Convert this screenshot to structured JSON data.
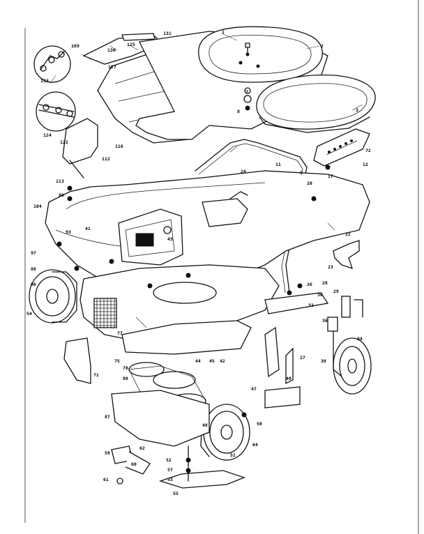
{
  "callouts": [
    {
      "id": "c1",
      "text": "133"
    },
    {
      "id": "c2",
      "text": "169"
    },
    {
      "id": "c3",
      "text": "130"
    },
    {
      "id": "c4",
      "text": "125"
    },
    {
      "id": "c5",
      "text": "127"
    },
    {
      "id": "c6",
      "text": "131"
    },
    {
      "id": "c7",
      "text": "1"
    },
    {
      "id": "c8",
      "text": "2"
    },
    {
      "id": "c9",
      "text": "3"
    },
    {
      "id": "c10",
      "text": "122"
    },
    {
      "id": "c11",
      "text": "124"
    },
    {
      "id": "c12",
      "text": "116"
    },
    {
      "id": "c13",
      "text": "112"
    },
    {
      "id": "c14",
      "text": "7"
    },
    {
      "id": "c15",
      "text": "8"
    },
    {
      "id": "c16",
      "text": "24"
    },
    {
      "id": "c17",
      "text": "12"
    },
    {
      "id": "c18",
      "text": "20"
    },
    {
      "id": "c19",
      "text": "22"
    },
    {
      "id": "c20",
      "text": "23"
    },
    {
      "id": "c21",
      "text": "104"
    },
    {
      "id": "c22",
      "text": "113"
    },
    {
      "id": "c23",
      "text": "86"
    },
    {
      "id": "c24",
      "text": "93"
    },
    {
      "id": "c25",
      "text": "97"
    },
    {
      "id": "c26",
      "text": "88"
    },
    {
      "id": "c27",
      "text": "90"
    },
    {
      "id": "c28",
      "text": "54"
    },
    {
      "id": "c29",
      "text": "26"
    },
    {
      "id": "c30",
      "text": "28"
    },
    {
      "id": "c31",
      "text": "29"
    },
    {
      "id": "c32",
      "text": "30"
    },
    {
      "id": "c33",
      "text": "32"
    },
    {
      "id": "c34",
      "text": "34"
    },
    {
      "id": "c35",
      "text": "36"
    },
    {
      "id": "c36",
      "text": "38"
    },
    {
      "id": "c37",
      "text": "40"
    },
    {
      "id": "c38",
      "text": "43"
    },
    {
      "id": "c39",
      "text": "45"
    },
    {
      "id": "c40",
      "text": "47"
    },
    {
      "id": "c41",
      "text": "48"
    },
    {
      "id": "c42",
      "text": "50"
    },
    {
      "id": "c43",
      "text": "52"
    },
    {
      "id": "c44",
      "text": "55"
    },
    {
      "id": "c45",
      "text": "57"
    },
    {
      "id": "c46",
      "text": "59"
    },
    {
      "id": "c47",
      "text": "60"
    },
    {
      "id": "c48",
      "text": "61"
    },
    {
      "id": "c49",
      "text": "62"
    },
    {
      "id": "c50",
      "text": "64"
    },
    {
      "id": "c51",
      "text": "71"
    },
    {
      "id": "c52",
      "text": "75"
    },
    {
      "id": "c53",
      "text": "77"
    },
    {
      "id": "c54",
      "text": "78"
    },
    {
      "id": "c55",
      "text": "80"
    },
    {
      "id": "c56",
      "text": "87"
    },
    {
      "id": "c57",
      "text": "27"
    },
    {
      "id": "c58",
      "text": "44"
    },
    {
      "id": "c59",
      "text": "42"
    },
    {
      "id": "c60",
      "text": "9"
    },
    {
      "id": "c61",
      "text": "17"
    },
    {
      "id": "c62",
      "text": "11"
    },
    {
      "id": "c63",
      "text": "41"
    },
    {
      "id": "c64",
      "text": "72"
    },
    {
      "id": "c65",
      "text": "51"
    },
    {
      "id": "c66",
      "text": "53"
    }
  ]
}
